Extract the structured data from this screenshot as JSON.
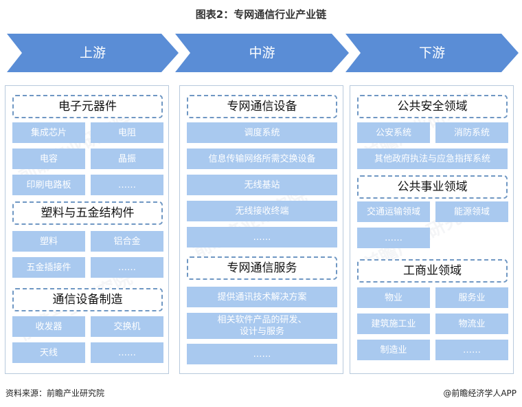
{
  "title": "图表2：专网通信行业产业链",
  "colors": {
    "arrow": "#5a8dd6",
    "cell": "#a9c9ef",
    "dashed_border": "#6f97c3",
    "panel_border": "#b7c9dc"
  },
  "stages": [
    "上游",
    "中游",
    "下游"
  ],
  "upstream": {
    "groups": [
      {
        "name": "电子元器件",
        "items": [
          "集成芯片",
          "电阻",
          "电容",
          "晶振",
          "印刷电路板",
          "……"
        ]
      },
      {
        "name": "塑料与五金结构件",
        "items": [
          "塑料",
          "铝合金",
          "五金插接件",
          "……"
        ]
      },
      {
        "name": "通信设备制造",
        "items": [
          "收发器",
          "交换机",
          "天线",
          "……"
        ]
      }
    ]
  },
  "midstream": {
    "groups": [
      {
        "name": "专网通信设备",
        "items": [
          "调度系统",
          "信息传输网络所需交换设备",
          "无线基站",
          "无线接收终端",
          "……"
        ]
      },
      {
        "name": "专网通信服务",
        "items": [
          "提供通讯技术解决方案",
          "相关软件产品的研发、设计与服务",
          "……"
        ]
      }
    ]
  },
  "downstream": {
    "groups": [
      {
        "name": "公共安全领域",
        "items": [
          "公安系统",
          "消防系统",
          "其他政府执法与应急指挥系统"
        ]
      },
      {
        "name": "公共事业领域",
        "items": [
          "交通运输领域",
          "能源领域",
          "……"
        ]
      },
      {
        "name": "工商业领域",
        "items": [
          "物业",
          "服务业",
          "建筑施工业",
          "物流业",
          "制造业",
          "……"
        ]
      }
    ]
  },
  "footer": {
    "source": "资料来源：前瞻产业研究院",
    "copyright": "@前瞻经济学人APP"
  }
}
